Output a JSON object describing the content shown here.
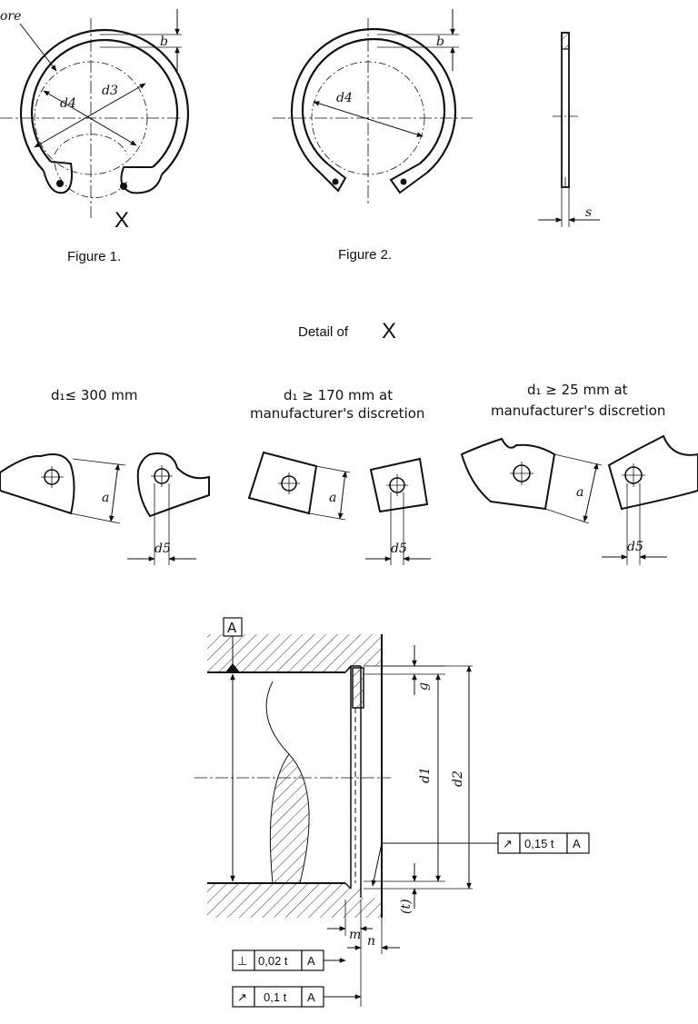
{
  "figure1": {
    "callout": "ore",
    "dims": {
      "b": "b",
      "d3": "d3",
      "d4": "d4"
    },
    "detail_mark": "X",
    "caption": "Figure 1."
  },
  "figure2": {
    "dims": {
      "b": "b",
      "d4": "d4"
    },
    "caption": "Figure 2."
  },
  "side_view": {
    "thickness": "s"
  },
  "detail": {
    "title_prefix": "Detail of",
    "title_mark": "X",
    "panels": [
      {
        "line1": "d₁≤ 300 mm",
        "line2": "",
        "dim_a": "a",
        "dim_d5": "d5"
      },
      {
        "line1": "d₁ ≥ 170 mm at",
        "line2": "manufacturer's discretion",
        "dim_a": "a",
        "dim_d5": "d5"
      },
      {
        "line1": "d₁ ≥ 25 mm at",
        "line2": "manufacturer's discretion",
        "dim_a": "a",
        "dim_d5": "d5"
      }
    ]
  },
  "assembly": {
    "datum": "A",
    "dims": {
      "g": "g",
      "d1": "d1",
      "d2": "d2",
      "t": "(t)",
      "m": "m",
      "n": "n"
    },
    "tolerances": [
      {
        "name": "runout-groove",
        "symbol": "↗",
        "value": "0,15 t",
        "datum": "A"
      },
      {
        "name": "perpendicularity",
        "symbol": "⊥",
        "value": "0,02 t",
        "datum": "A"
      },
      {
        "name": "runout-face",
        "symbol": "↗",
        "value": "0,1 t",
        "datum": "A"
      }
    ]
  }
}
